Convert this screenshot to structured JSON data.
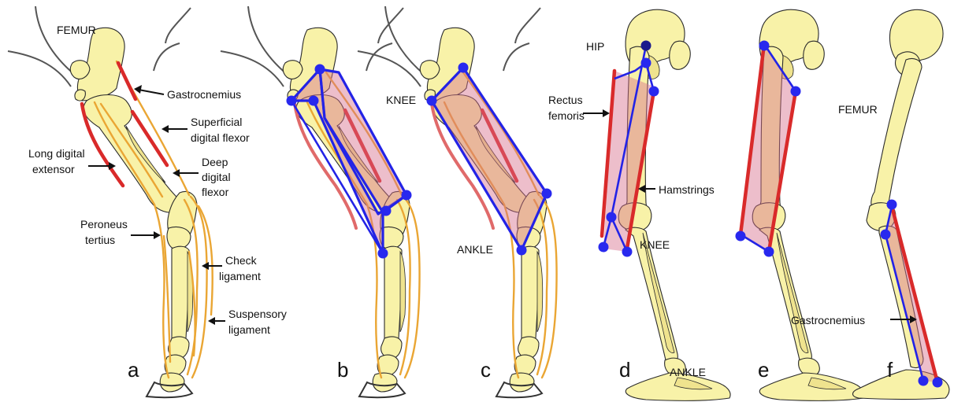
{
  "panels": {
    "a": {
      "letter": "a",
      "labels": {
        "femur": "FEMUR",
        "gastrocnemius": "Gastrocnemius",
        "superficial_1": "Superficial",
        "superficial_2": "digital flexor",
        "long_1": "Long digital",
        "long_2": "extensor",
        "deep_1": "Deep",
        "deep_2": "digital",
        "deep_3": "flexor",
        "peroneus_1": "Peroneus",
        "peroneus_2": "tertius",
        "check_1": "Check",
        "check_2": "ligament",
        "suspensory_1": "Suspensory",
        "suspensory_2": "ligament"
      }
    },
    "b": {
      "letter": "b"
    },
    "c": {
      "letter": "c",
      "labels": {
        "knee": "KNEE",
        "ankle": "ANKLE"
      }
    },
    "d": {
      "letter": "d",
      "labels": {
        "hip": "HIP",
        "rectus_1": "Rectus",
        "rectus_2": "femoris",
        "hamstrings": "Hamstrings",
        "knee": "KNEE",
        "ankle": "ANKLE"
      }
    },
    "e": {
      "letter": "e"
    },
    "f": {
      "letter": "f",
      "labels": {
        "femur": "FEMUR",
        "gastrocnemius": "Gastrocnemius"
      }
    }
  },
  "colors": {
    "muscle_line": "#d92a2a",
    "tendon_line": "#eaa634",
    "model_outline": "#2323e6",
    "model_fill": "#d66e8c",
    "bone": "#f8f2a8"
  }
}
